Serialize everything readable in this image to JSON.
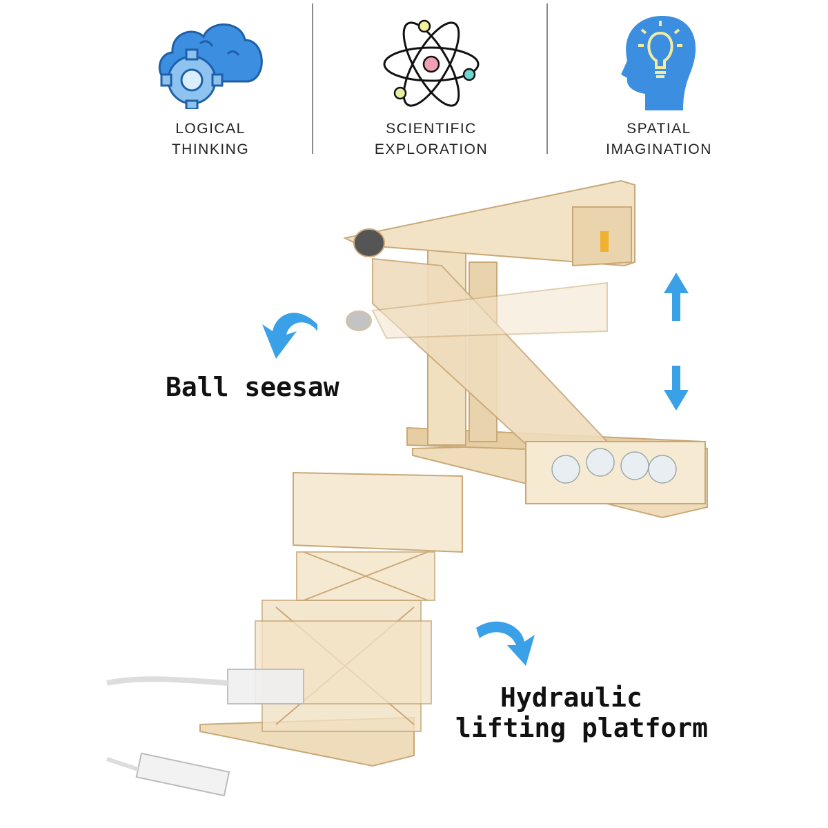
{
  "features": [
    {
      "icon": "cloud-gear-icon",
      "line1": "LOGICAL",
      "line2": "THINKING"
    },
    {
      "icon": "atom-icon",
      "line1": "SCIENTIFIC",
      "line2": "EXPLORATION"
    },
    {
      "icon": "head-lightbulb-icon",
      "line1": "SPATIAL",
      "line2": "IMAGINATION"
    }
  ],
  "captions": {
    "seesaw": "Ball seesaw",
    "platform_line1": "Hydraulic",
    "platform_line2": "lifting platform"
  },
  "colors": {
    "icon_blue": "#3b8ee0",
    "wood": "#f0dcb8",
    "arrow_blue": "#3aa0e8"
  }
}
